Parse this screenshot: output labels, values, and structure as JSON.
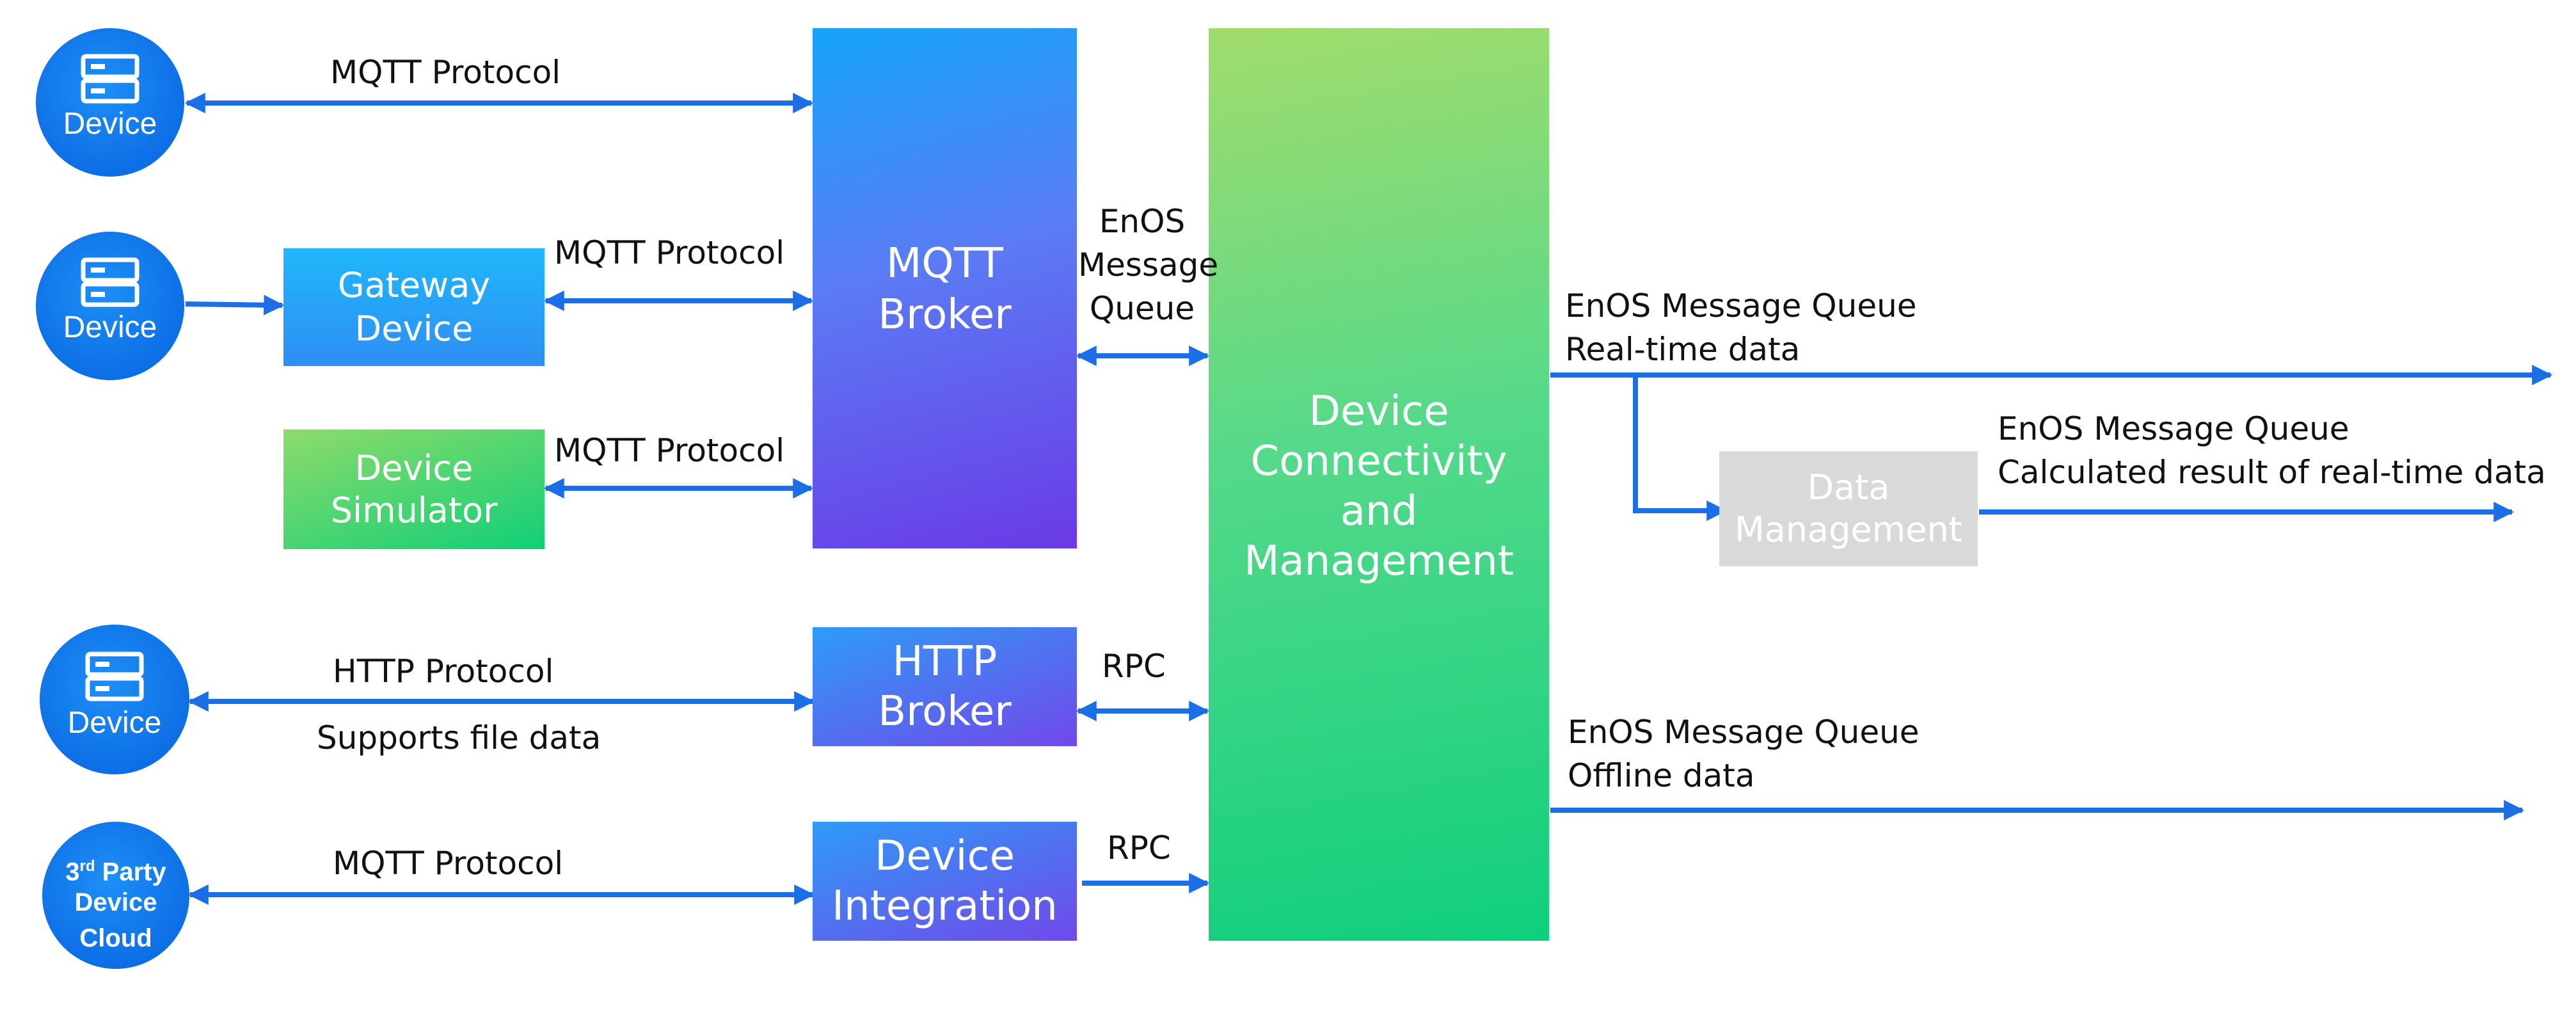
{
  "sources": {
    "device_1": "Device",
    "device_2": "Device",
    "device_3": "Device",
    "third_party_cloud": {
      "line1_base": "3",
      "line1_sup": "rd",
      "line1_rest": " Party",
      "line2": "Device",
      "line3": "Cloud"
    }
  },
  "boxes": {
    "gateway_device": "Gateway\nDevice",
    "device_simulator": "Device\nSimulator",
    "mqtt_broker": "MQTT\nBroker",
    "http_broker": "HTTP\nBroker",
    "device_integration": "Device\nIntegration",
    "dcm": "Device\nConnectivity\nand\nManagement",
    "data_management": "Data\nManagement"
  },
  "labels": {
    "mqtt_protocol_1": "MQTT Protocol",
    "mqtt_protocol_2": "MQTT Protocol",
    "mqtt_protocol_3": "MQTT Protocol",
    "http_protocol": "HTTP Protocol",
    "supports_file_data": "Supports file data",
    "mqtt_protocol_4": "MQTT Protocol",
    "enos_mq_vertical": "EnOS\nMessage\nQueue",
    "rpc_1": "RPC",
    "rpc_2": "RPC",
    "realtime_out": "EnOS Message Queue\nReal-time data",
    "calculated_out": "EnOS Message Queue\nCalculated result of real-time data",
    "offline_out": "EnOS Message Queue\nOffline data"
  },
  "colors": {
    "arrow": "#1a6fe6",
    "device_circle": "#0d6fe6",
    "mqtt_broker": [
      "#16a4fb",
      "#6a3ae6"
    ],
    "gateway_device": [
      "#1fb7fb",
      "#2e8ef3"
    ],
    "device_simulator": [
      "#8edb6a",
      "#11cf78"
    ],
    "http_broker": [
      "#2e9cf7",
      "#7148ea"
    ],
    "device_integration": [
      "#2e9cf7",
      "#7148ea"
    ],
    "dcm": [
      "#a1dc6c",
      "#0fcf7c"
    ],
    "data_management": "#d9d9d9"
  }
}
